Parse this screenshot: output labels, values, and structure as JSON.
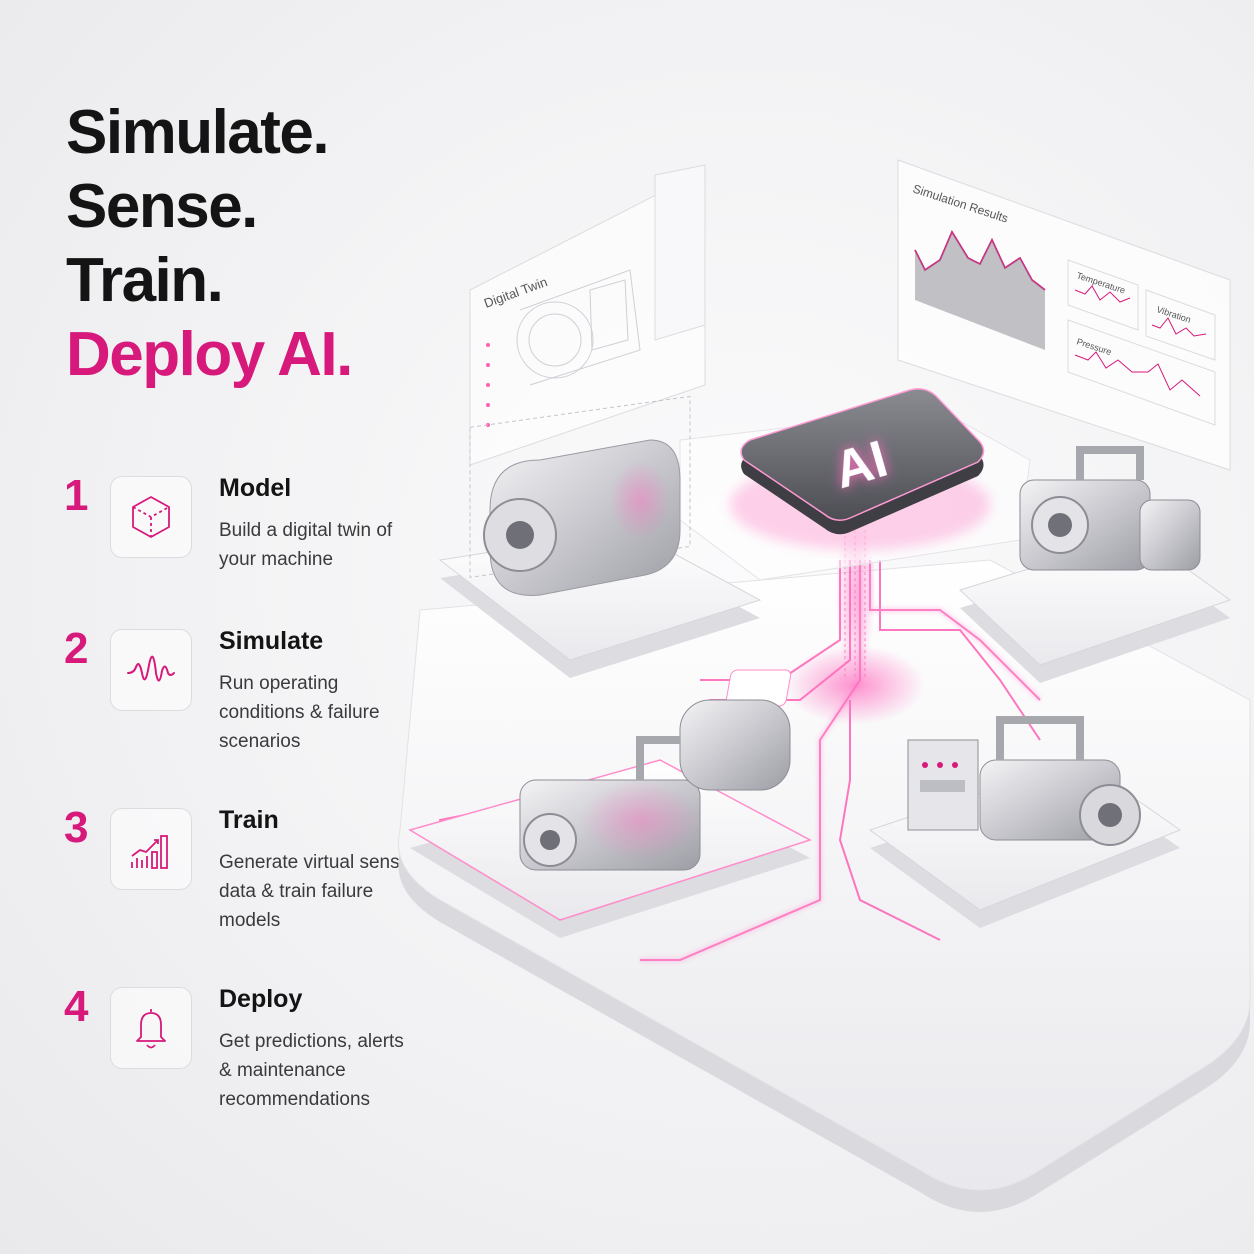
{
  "headline": {
    "line1": "Simulate.",
    "line2": "Sense.",
    "line3": "Train.",
    "line4": "Deploy AI."
  },
  "steps": [
    {
      "number": "1",
      "title": "Model",
      "description": "Build a digital twin of your machine",
      "icon": "cube-icon"
    },
    {
      "number": "2",
      "title": "Simulate",
      "description": "Run operating conditions & failure scenarios",
      "icon": "waveform-icon"
    },
    {
      "number": "3",
      "title": "Train",
      "description": "Generate virtual sensor data & train failure models",
      "icon": "bar-chart-icon"
    },
    {
      "number": "4",
      "title": "Deploy",
      "description": "Get predictions, alerts & maintenance recommendations",
      "icon": "bell-icon"
    }
  ],
  "scene": {
    "digital_twin_label": "Digital Twin",
    "simulation_results_label": "Simulation Results",
    "temperature_label": "Temperature",
    "vibration_label": "Vibration",
    "pressure_label": "Pressure",
    "ai_chip_label": "AI"
  },
  "colors": {
    "accent": "#d6197a",
    "glow": "#ff6fc0",
    "text": "#141414"
  }
}
